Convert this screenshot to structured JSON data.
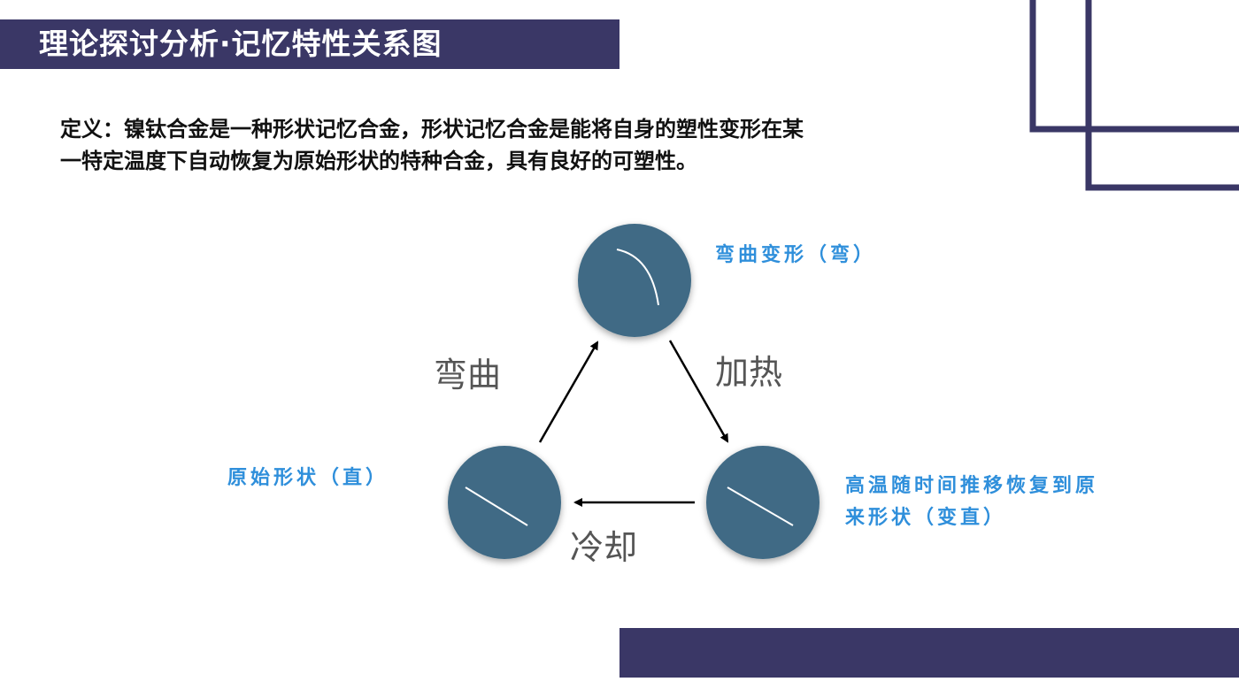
{
  "header": {
    "title": "理论探讨分析·记忆特性关系图"
  },
  "definition": {
    "line1": "定义：镍钛合金是一种形状记忆合金，形状记忆合金是能将自身的塑性变形在某",
    "line2": "一特定温度下自动恢复为原始形状的特种合金，具有良好的可塑性。"
  },
  "diagram": {
    "nodes": {
      "bent": {
        "label": "弯曲变形（弯）"
      },
      "original": {
        "label": "原始形状（直）"
      },
      "recovered": {
        "label_line1": "高温随时间推移恢复到原",
        "label_line2": "来形状（变直）"
      }
    },
    "edges": {
      "bend": "弯曲",
      "heat": "加热",
      "cool": "冷却"
    }
  },
  "colors": {
    "brand_navy": "#3a3766",
    "node_fill": "#3f6b85",
    "node_label": "#2f8fdb",
    "edge_label": "#555555"
  }
}
